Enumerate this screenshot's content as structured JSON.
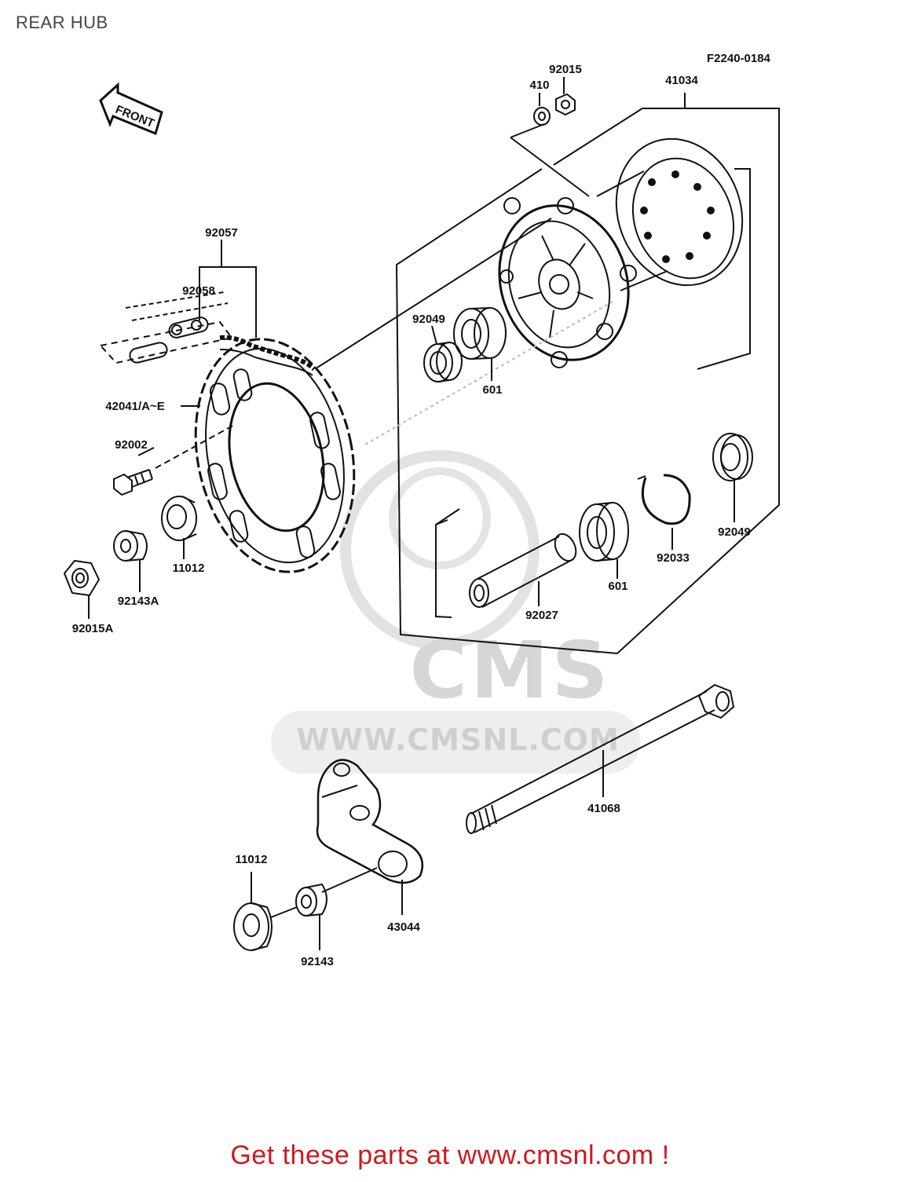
{
  "header": {
    "title": "REAR HUB",
    "code": "F2240-0184"
  },
  "front_arrow": {
    "label": "FRONT"
  },
  "watermark": {
    "logo": "CMS",
    "url": "WWW.CMSNL.COM"
  },
  "parts": [
    {
      "id": "p-92015-top",
      "label": "92015"
    },
    {
      "id": "p-410",
      "label": "410"
    },
    {
      "id": "p-41034",
      "label": "41034"
    },
    {
      "id": "p-92057",
      "label": "92057"
    },
    {
      "id": "p-92058",
      "label": "92058"
    },
    {
      "id": "p-92049-a",
      "label": "92049"
    },
    {
      "id": "p-601-a",
      "label": "601"
    },
    {
      "id": "p-42041",
      "label": "42041/A~E"
    },
    {
      "id": "p-92002",
      "label": "92002"
    },
    {
      "id": "p-11012-a",
      "label": "11012"
    },
    {
      "id": "p-92143a",
      "label": "92143A"
    },
    {
      "id": "p-92015a",
      "label": "92015A"
    },
    {
      "id": "p-92049-b",
      "label": "92049"
    },
    {
      "id": "p-92033",
      "label": "92033"
    },
    {
      "id": "p-601-b",
      "label": "601"
    },
    {
      "id": "p-92027",
      "label": "92027"
    },
    {
      "id": "p-41068",
      "label": "41068"
    },
    {
      "id": "p-11012-b",
      "label": "11012"
    },
    {
      "id": "p-43044",
      "label": "43044"
    },
    {
      "id": "p-92143",
      "label": "92143"
    }
  ],
  "footer": {
    "text": "Get these parts at www.cmsnl.com !"
  }
}
